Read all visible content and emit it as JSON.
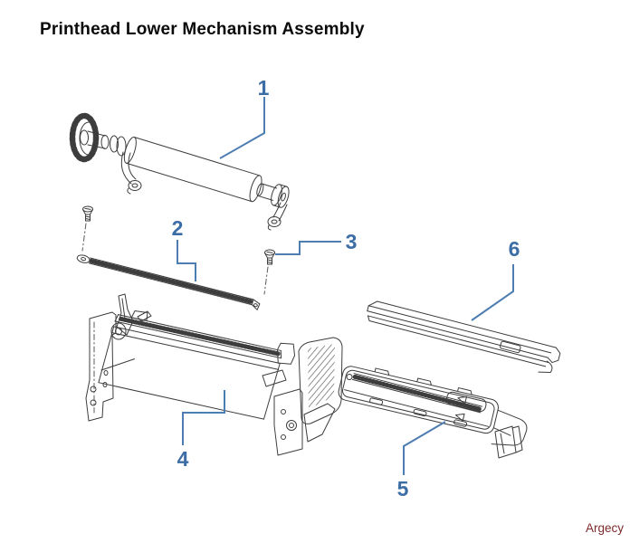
{
  "title": "Printhead Lower Mechanism Assembly",
  "watermark": "Argecy",
  "callouts": [
    {
      "number": "1"
    },
    {
      "number": "2"
    },
    {
      "number": "3"
    },
    {
      "number": "4"
    },
    {
      "number": "5"
    },
    {
      "number": "6"
    }
  ],
  "colors": {
    "callout_blue": "#3d6da5",
    "leader_blue": "#4e7db2",
    "line_gray": "#3d3d3d",
    "watermark_red": "#7d2b2b",
    "background": "#ffffff",
    "title_black": "#0a0a0a"
  }
}
